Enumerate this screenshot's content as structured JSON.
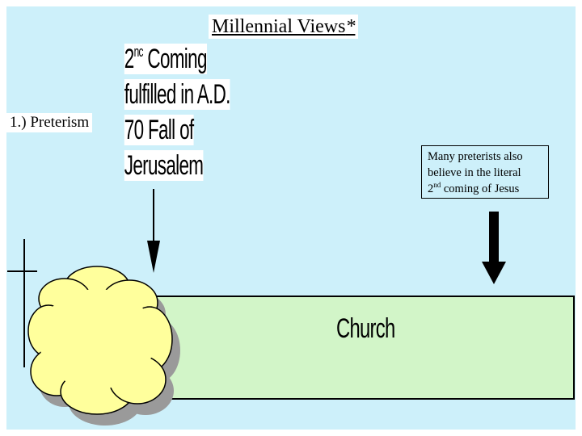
{
  "title": {
    "text": "Millennial Views",
    "asterisk": "*"
  },
  "view_label": "1.) Preterism",
  "annotation": {
    "pre_sup": "2",
    "sup": "nc",
    "line1_rest": "Coming",
    "line2": "fulfilled in A.D.",
    "line3": "70 Fall of",
    "line4": "Jerusalem"
  },
  "note_box": {
    "line1": "Many preterists also",
    "line2": "believe in the literal",
    "line3_pre": "2",
    "line3_sup": "nd",
    "line3_rest": "coming of Jesus"
  },
  "timeline": {
    "church_label": "Church"
  },
  "colors": {
    "background": "#cdf0fa",
    "church_bar": "#d2f5c8",
    "cloud": "#ffff9c",
    "cloud_shadow": "#9a9a9a"
  }
}
